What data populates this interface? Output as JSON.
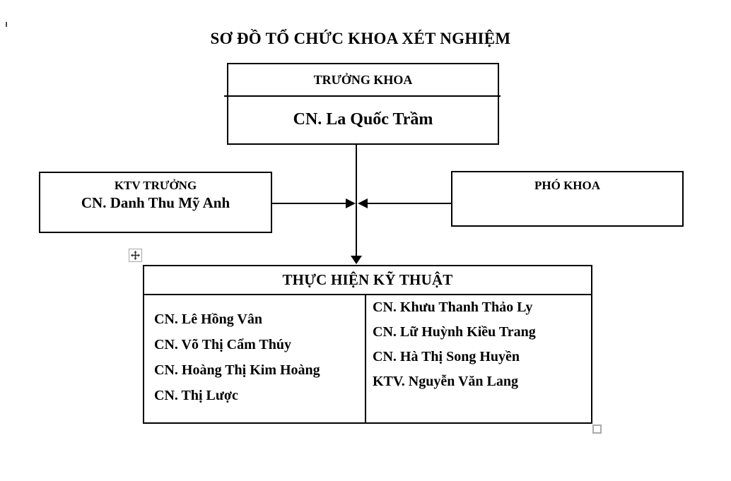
{
  "title": "SƠ ĐỒ TỔ CHỨC KHOA XÉT NGHIỆM",
  "stray_mark": "'",
  "org": {
    "head": {
      "role": "TRƯỞNG KHOA",
      "name": "CN. La Quốc Trầm"
    },
    "chief_technician": {
      "role": "KTV TRƯỞNG",
      "name": "CN. Danh Thu Mỹ Anh"
    },
    "deputy": {
      "role": "PHÓ KHOA"
    },
    "technical_unit": {
      "title": "THỰC HIỆN KỸ THUẬT",
      "members_left": [
        "CN. Lê Hồng Vân",
        "CN. Võ Thị Cẩm Thúy",
        "CN. Hoàng Thị Kim Hoàng",
        "CN. Thị Lược"
      ],
      "members_right": [
        "CN. Khưu Thanh Thảo Ly",
        "CN. Lữ Huỳnh Kiều Trang",
        "CN. Hà Thị Song Huyền",
        "KTV. Nguyễn Văn Lang"
      ]
    }
  },
  "icons": {
    "table_move_handle": "four-way-move-arrow",
    "table_resize_handle": "resize-square"
  },
  "colors": {
    "line": "#000000",
    "text": "#000000",
    "background": "#ffffff",
    "handle_border": "#a6a6a6"
  }
}
